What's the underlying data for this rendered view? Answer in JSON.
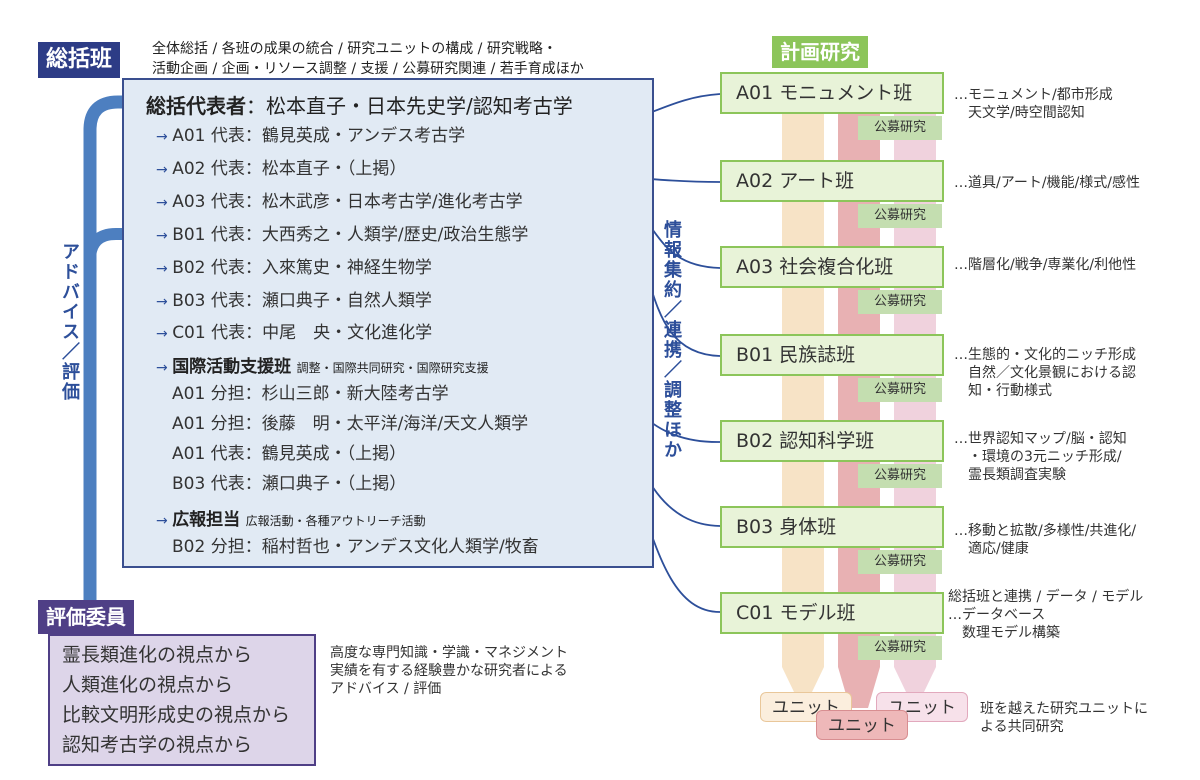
{
  "sokatsu": {
    "label": "総括班",
    "desc_line1": "全体総括 / 各班の成果の統合 / 研究ユニットの構成 / 研究戦略・",
    "desc_line2": "活動企画 / 企画・リソース調整 / 支援 / 公募研究関連 / 若手育成ほか",
    "head_label": "総括代表者",
    "head_value": "：松本直子・日本先史学/認知考古学",
    "members": [
      "A01 代表：鶴見英成・アンデス考古学",
      "A02 代表：松本直子・（上掲）",
      "A03 代表：松木武彦・日本考古学/進化考古学",
      "B01 代表：大西秀之・人類学/歴史/政治生態学",
      "B02 代表：入來篤史・神経生物学",
      "B03 代表：瀬口典子・自然人類学",
      "C01 代表：中尾　央・文化進化学"
    ],
    "intl_label": "国際活動支援班",
    "intl_note": "調整・国際共同研究・国際研究支援",
    "intl_members": [
      "A01 分担：杉山三郎・新大陸考古学",
      "A01 分担：後藤　明・太平洋/海洋/天文人類学",
      "A01 代表：鶴見英成・（上掲）",
      "B03 代表：瀬口典子・（上掲）"
    ],
    "pr_label": "広報担当",
    "pr_note": "広報活動・各種アウトリーチ活動",
    "pr_member": "B02 分担：稲村哲也・アンデス文化人類学/牧畜"
  },
  "advice_label": "アドバイス／評価",
  "info_label": "情報集約／連携／調整ほか",
  "hyoka": {
    "label": "評価委員",
    "lines": [
      "霊長類進化の視点から",
      "人類進化の視点から",
      "比較文明形成史の視点から",
      "認知考古学の視点から"
    ],
    "note": "高度な専門知識・学識・マネジメント\n実績を有する経験豊かな研究者による\nアドバイス / 評価"
  },
  "keikaku": {
    "label": "計画研究",
    "koubo_label": "公募研究",
    "teams": [
      {
        "name": "A01 モニュメント班",
        "desc": "…モニュメント/都市形成\n　天文学/時空間認知"
      },
      {
        "name": "A02 アート班",
        "desc": "…道具/アート/機能/様式/感性"
      },
      {
        "name": "A03 社会複合化班",
        "desc": "…階層化/戦争/専業化/利他性"
      },
      {
        "name": "B01 民族誌班",
        "desc": "…生態的・文化的ニッチ形成\n　自然／文化景観における認\n　知・行動様式"
      },
      {
        "name": "B02 認知科学班",
        "desc": "…世界認知マップ/脳・認知\n　・環境の3元ニッチ形成/\n　霊長類調査実験"
      },
      {
        "name": "B03 身体班",
        "desc": "…移動と拡散/多様性/共進化/\n　適応/健康"
      },
      {
        "name": "C01 モデル班",
        "desc": "総括班と連携 / データ / モデル\n…データベース\n　数理モデル構築"
      }
    ]
  },
  "units": {
    "unit_label": "ユニット",
    "note": "班を越えた研究ユニットに\nよる共同研究"
  },
  "colors": {
    "navy": "#2d3c86",
    "purple": "#4f3f86",
    "green": "#8cc55a",
    "link_blue": "#2d4f9a",
    "unit_cream": "#f7e3c6",
    "unit_red": "#e8b1b3",
    "unit_pink": "#f0d2dd"
  }
}
